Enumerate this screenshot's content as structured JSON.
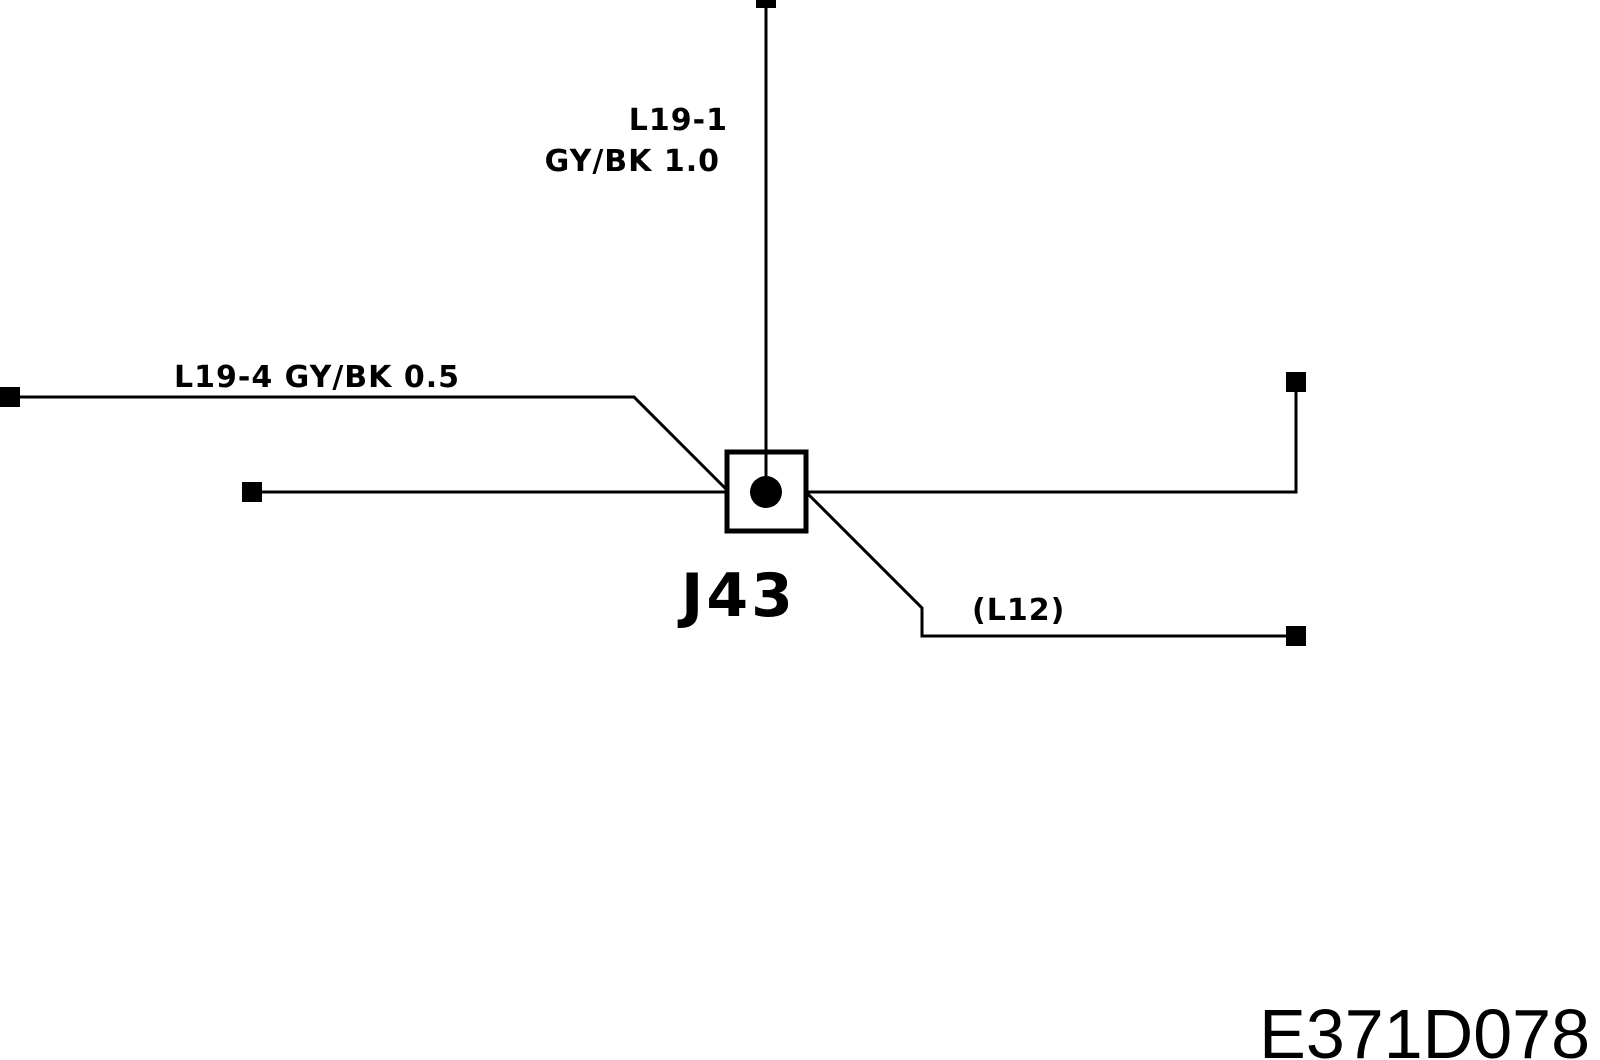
{
  "diagram": {
    "junction": {
      "name": "J43"
    },
    "wires": {
      "top": {
        "circuit": "L19-1",
        "spec": "GY/BK 1.0"
      },
      "left_upper": {
        "label": "L19-4 GY/BK 0.5"
      },
      "right_lower": {
        "label": "(L12)"
      }
    },
    "reference_code": "E371D078"
  },
  "colors": {
    "ink": "#000000",
    "background": "#ffffff"
  }
}
